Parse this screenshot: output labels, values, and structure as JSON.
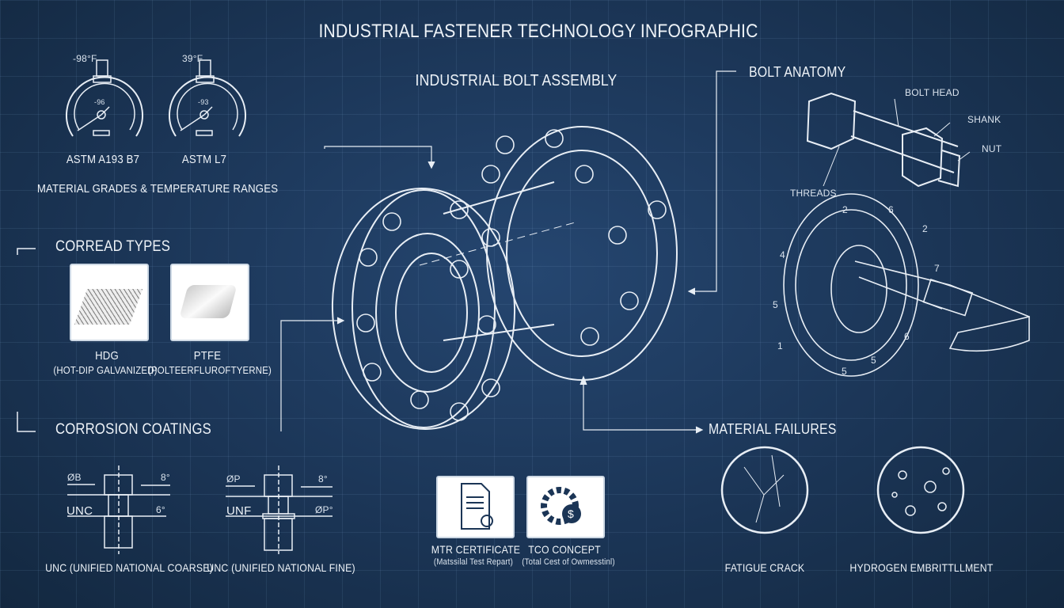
{
  "title": "INDUSTRIAL FASTENER TECHNOLOGY INFOGRAPHIC",
  "material": {
    "gauges": [
      {
        "label": "ASTM A193 B7",
        "temp": "-98°F",
        "reading": "-96"
      },
      {
        "label": "ASTM L7",
        "temp": "39°F",
        "reading": "-93"
      }
    ],
    "heading": "MATERIAL GRADES & TEMPERATURE RANGES"
  },
  "thread_types": {
    "heading": "CORREAD TYPES",
    "items": [
      {
        "name": "HDG",
        "desc": "(HOT-DIP GALVANIZED)"
      },
      {
        "name": "PTFE",
        "desc": "(POLTEERFLUROFTYERNE)"
      }
    ]
  },
  "coatings": {
    "heading": "CORROSION COATINGS"
  },
  "threads": [
    {
      "tag": "UNC",
      "caption": "UNC (UNIFIED NATIONAL COARSE)",
      "dims": [
        "ØB",
        "8°",
        "6°"
      ]
    },
    {
      "tag": "UNF",
      "caption": "UNC (UNIFIED NATIONAL FINE)",
      "dims": [
        "ØP",
        "8°",
        "ØP°"
      ]
    }
  ],
  "center": {
    "heading": "INDUSTRIAL BOLT ASSEMBLY"
  },
  "docs": [
    {
      "name": "MTR CERTIFICATE",
      "desc": "(Matssilal Test Repart)",
      "icon": "certificate-icon"
    },
    {
      "name": "TCO CONCEPT",
      "desc": "(Total Cest of Owmesstinl)",
      "icon": "gear-dollar-icon"
    }
  ],
  "anatomy": {
    "heading": "BOLT ANATOMY",
    "labels": {
      "head": "BOLT HEAD",
      "shank": "SHANK",
      "nut": "NUT",
      "threads": "THREADS"
    }
  },
  "torque_sequence": [
    "2",
    "6",
    "2",
    "4",
    "7",
    "5",
    "6",
    "1",
    "5",
    "5"
  ],
  "failures": {
    "heading": "MATERIAL FAILURES",
    "items": [
      "FATIGUE CRACK",
      "HYDROGEN EMBRITTLLMENT"
    ]
  },
  "colors": {
    "background": "#1b3556",
    "line": "#eef3f8",
    "grid": "#4a6a90"
  }
}
